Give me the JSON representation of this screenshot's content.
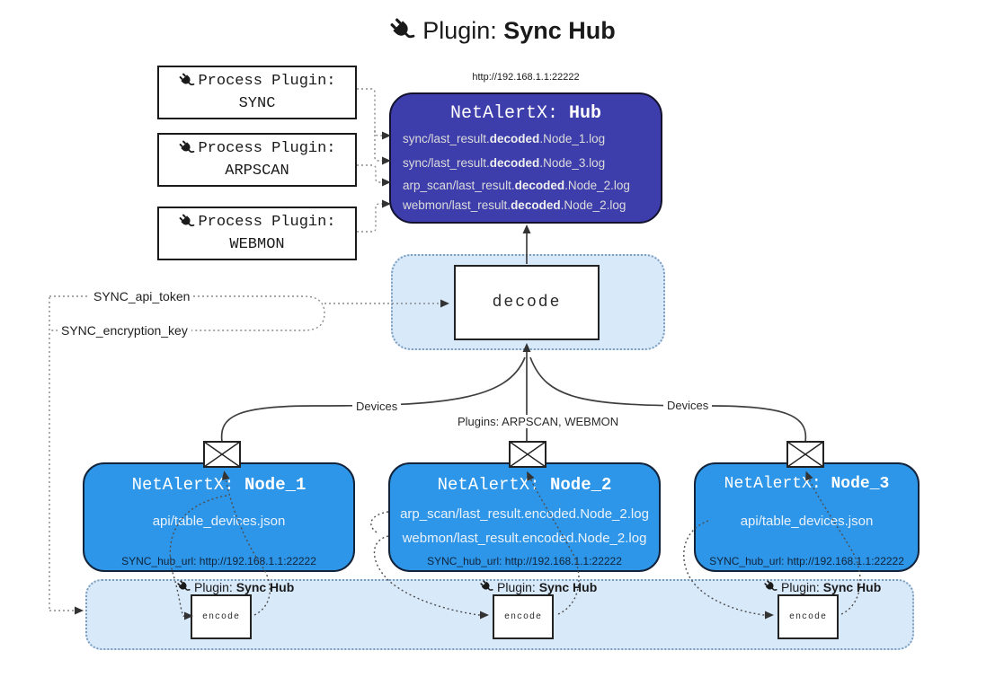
{
  "title": {
    "prefix": "Plugin: ",
    "bold": "Sync Hub"
  },
  "hub": {
    "url": "http://192.168.1.1:22222",
    "name_prefix": "NetAlertX: ",
    "name_bold": "Hub",
    "logs": [
      {
        "pre": "sync/last_result.",
        "bold": "decoded",
        "post": ".Node_1.log"
      },
      {
        "pre": "sync/last_result.",
        "bold": "decoded",
        "post": ".Node_3.log"
      },
      {
        "pre": "arp_scan/last_result.",
        "bold": "decoded",
        "post": ".Node_2.log"
      },
      {
        "pre": "webmon/last_result.",
        "bold": "decoded",
        "post": ".Node_2.log"
      }
    ]
  },
  "process_plugins": [
    {
      "label": "Process Plugin:",
      "name": "SYNC"
    },
    {
      "label": "Process Plugin:",
      "name": "ARPSCAN"
    },
    {
      "label": "Process Plugin:",
      "name": "WEBMON"
    }
  ],
  "decode": {
    "label": "decode"
  },
  "config": {
    "api_token": "SYNC_api_token",
    "encryption_key": "SYNC_encryption_key"
  },
  "edges": {
    "devices_left": "Devices",
    "devices_right": "Devices",
    "plugins_center": "Plugins: ARPSCAN, WEBMON"
  },
  "nodes": [
    {
      "name_prefix": "NetAlertX: ",
      "name_bold": "Node_1",
      "files": [
        "api/table_devices.json"
      ],
      "hub_url": "SYNC_hub_url: http://192.168.1.1:22222"
    },
    {
      "name_prefix": "NetAlertX: ",
      "name_bold": "Node_2",
      "files": [
        "arp_scan/last_result.encoded.Node_2.log",
        "webmon/last_result.encoded.Node_2.log"
      ],
      "hub_url": "SYNC_hub_url: http://192.168.1.1:22222"
    },
    {
      "name_prefix": "NetAlertX: ",
      "name_bold": "Node_3",
      "files": [
        "api/table_devices.json"
      ],
      "hub_url": "SYNC_hub_url: http://192.168.1.1:22222"
    }
  ],
  "encoders": [
    {
      "label_prefix": "Plugin: ",
      "label_bold": "Sync Hub",
      "box": "encode"
    },
    {
      "label_prefix": "Plugin: ",
      "label_bold": "Sync Hub",
      "box": "encode"
    },
    {
      "label_prefix": "Plugin: ",
      "label_bold": "Sync Hub",
      "box": "encode"
    }
  ],
  "colors": {
    "hub_fill": "#3d3dab",
    "node_fill": "#2e96e8",
    "panel_fill": "#d8e9fa",
    "panel_border": "#7d9dbd",
    "line": "#3f3f3f"
  }
}
